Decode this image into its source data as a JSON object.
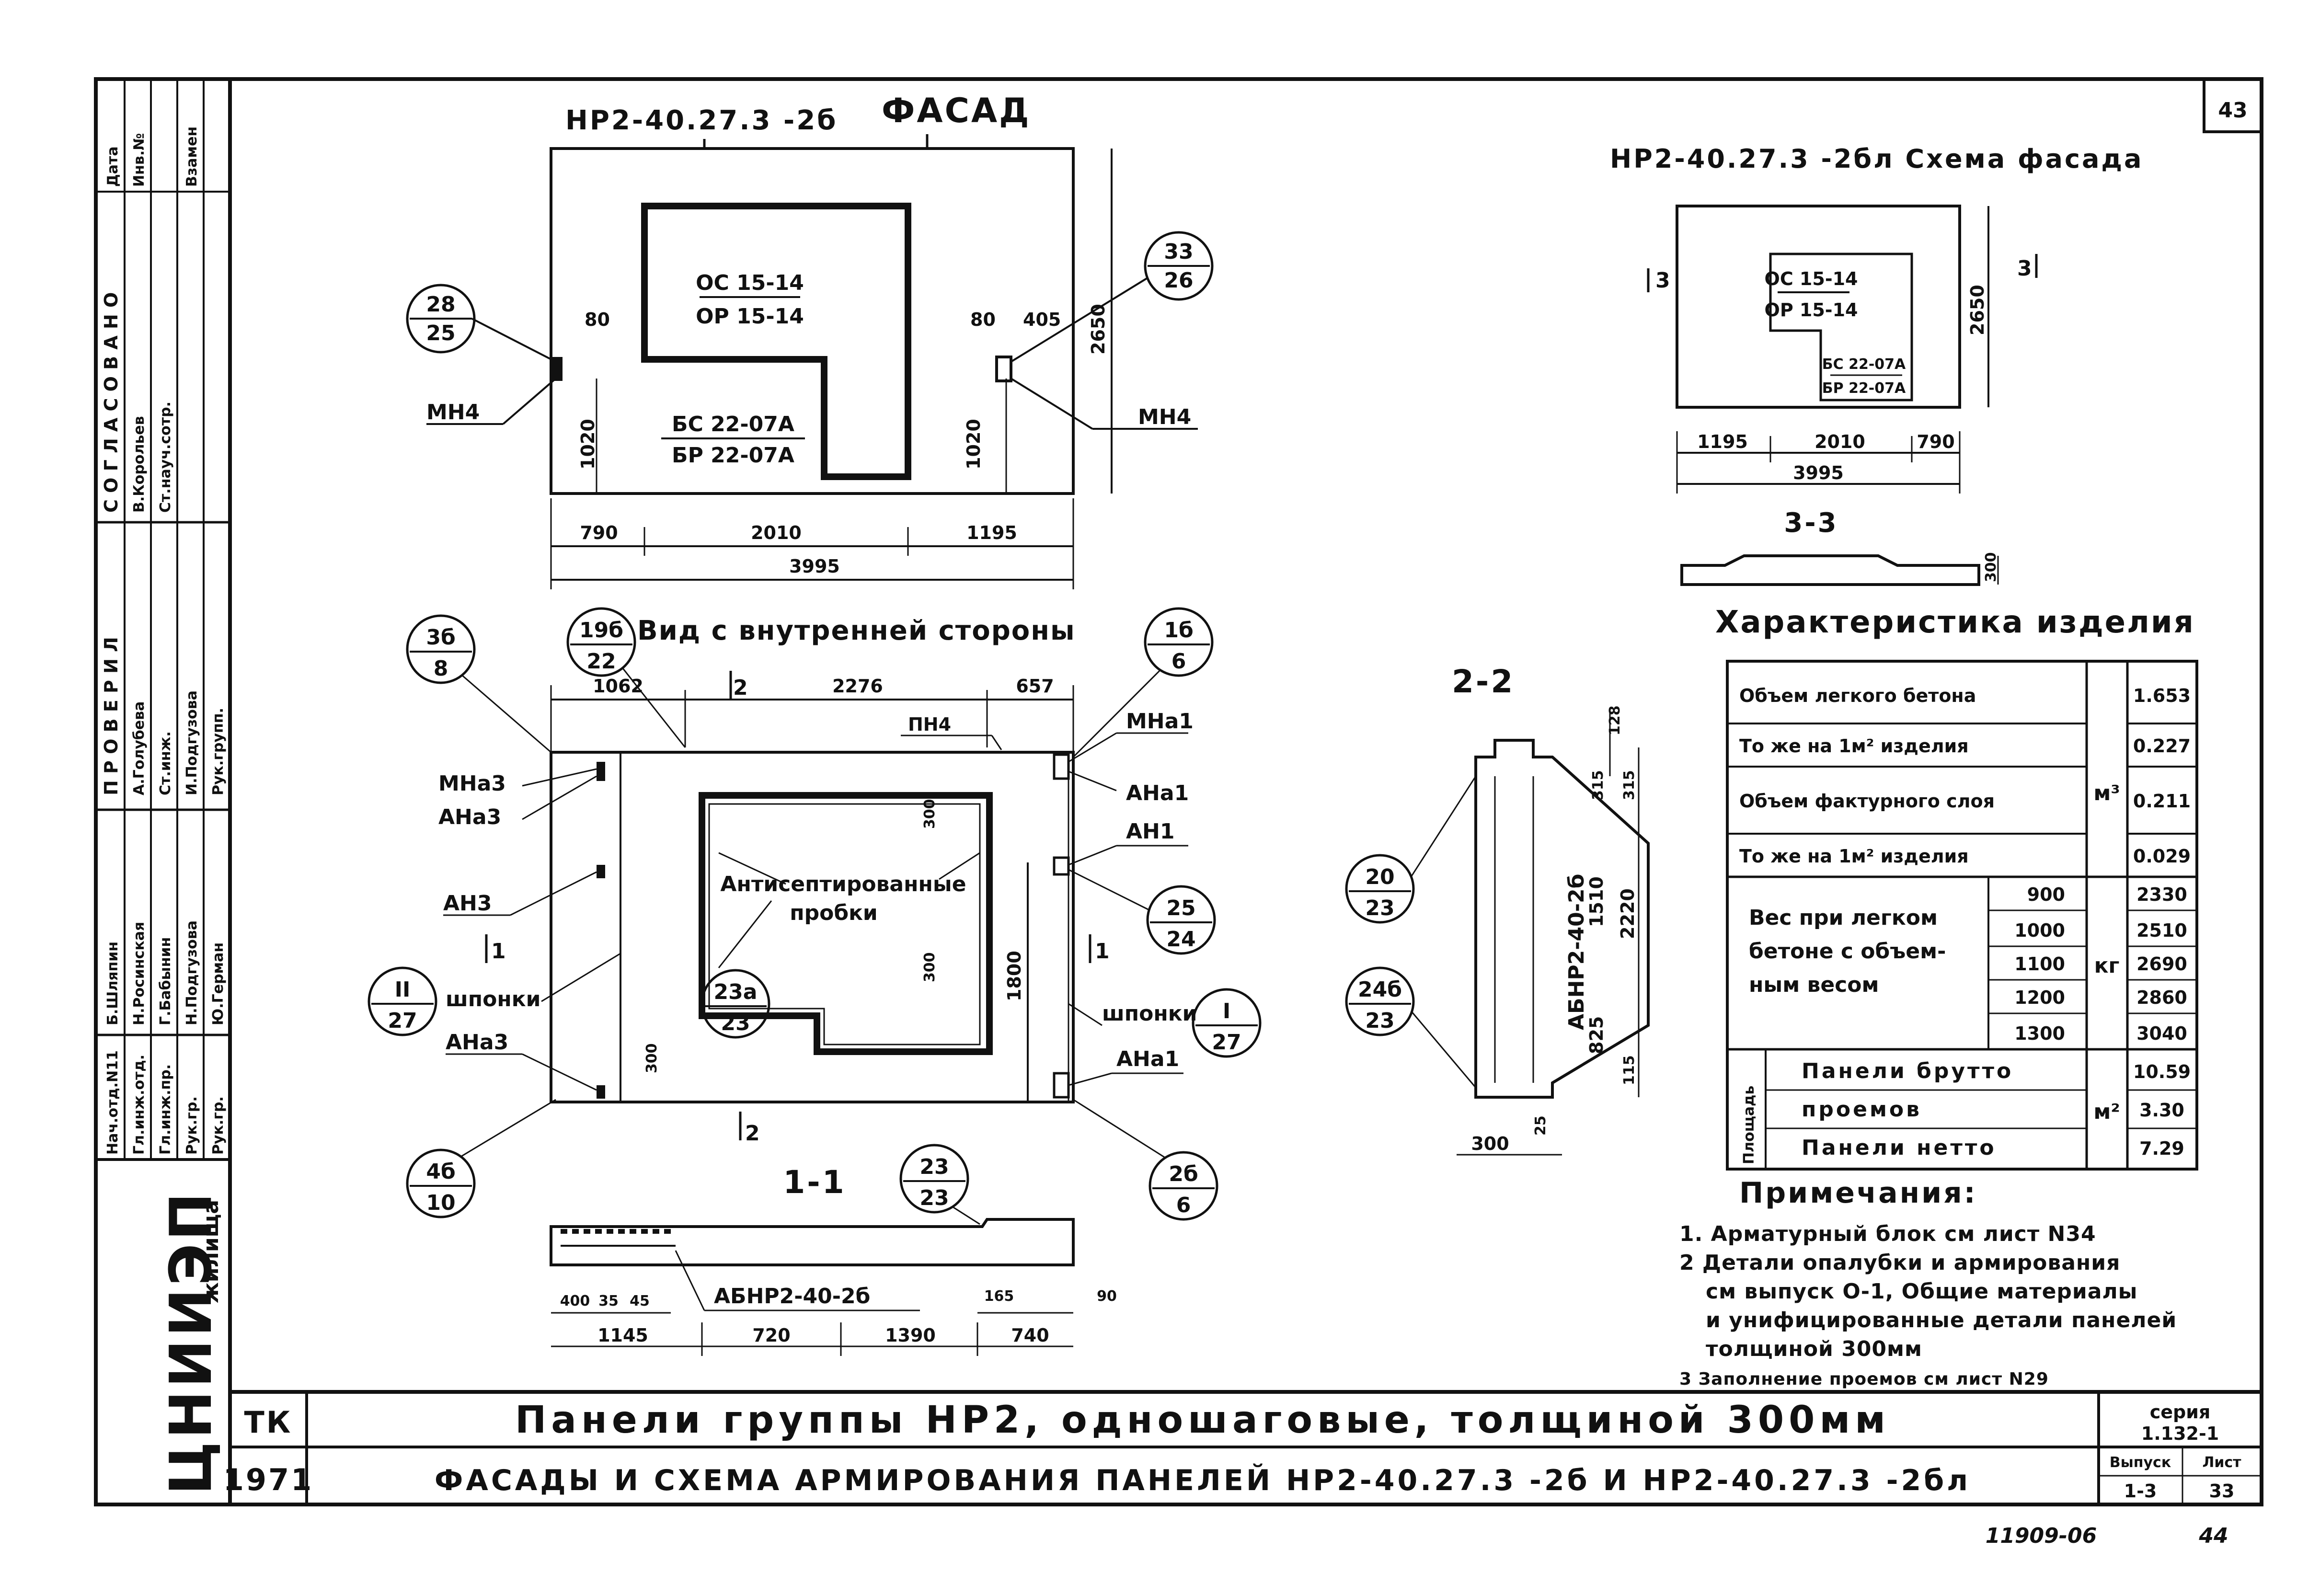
{
  "page_number": "43",
  "corner_numbers": {
    "archive": "11909-06",
    "page2": "44"
  },
  "facade": {
    "title": "НР2-40.27.3 -2б",
    "heading": "ФАСАД",
    "opening_window": "ОС 15-14",
    "opening_window2": "ОР 15-14",
    "opening_door": "БС 22-07А",
    "opening_door2": "БР 22-07А",
    "dims": [
      "790",
      "2010",
      "1195",
      "3995",
      "2650",
      "80",
      "80",
      "405",
      "1020",
      "1020"
    ],
    "callouts": [
      {
        "top": "28",
        "bottom": "25"
      },
      {
        "top": "33",
        "bottom": "26"
      }
    ],
    "tags": [
      "МН4",
      "МН4"
    ]
  },
  "scheme": {
    "title": "НР2-40.27.3 -2бл Схема фасада",
    "window": "ОС 15-14",
    "window2": "ОР 15-14",
    "door": "БС 22-07А",
    "door2": "БР 22-07А",
    "dims": [
      "1195",
      "2010",
      "790",
      "3995",
      "2650"
    ],
    "section_marks": [
      "3",
      "3"
    ],
    "section_label": "3-3",
    "section_dim": "300"
  },
  "inner_view": {
    "heading": "Вид с внутренней стороны",
    "dims": [
      "1062",
      "2276",
      "657",
      "1800",
      "300",
      "300",
      "300"
    ],
    "labels": [
      "МНа3",
      "АНа3",
      "АН3",
      "шпонки",
      "АНа3",
      "МНа1",
      "АНа1",
      "АН1",
      "шпонки",
      "АНа1",
      "ПН4"
    ],
    "inserts_text": "Антисептированные",
    "inserts_text2": "пробки",
    "callouts": [
      {
        "top": "3б",
        "bottom": "8"
      },
      {
        "top": "19б",
        "bottom": "22"
      },
      {
        "top": "1б",
        "bottom": "6"
      },
      {
        "top": "II",
        "bottom": "27"
      },
      {
        "top": "23а",
        "bottom": "23"
      },
      {
        "top": "25",
        "bottom": "24"
      },
      {
        "top": "I",
        "bottom": "27"
      },
      {
        "top": "4б",
        "bottom": "10"
      },
      {
        "top": "2б",
        "bottom": "6"
      }
    ],
    "section_marks": [
      "2",
      "2",
      "1",
      "1"
    ]
  },
  "section_22": {
    "label": "2-2",
    "block": "АБНР2-40-2б",
    "dims": [
      "128",
      "315",
      "315",
      "1510",
      "2220",
      "825",
      "115",
      "25",
      "300"
    ],
    "callouts": [
      {
        "top": "20",
        "bottom": "23"
      },
      {
        "top": "24б",
        "bottom": "23"
      }
    ]
  },
  "section_11": {
    "label": "1-1",
    "block": "АБНР2-40-2б",
    "dims_top": [
      "400",
      "35",
      "45",
      "165",
      "90"
    ],
    "dims_bottom": [
      "1145",
      "720",
      "1390",
      "740"
    ],
    "callout": {
      "top": "23",
      "bottom": "23"
    }
  },
  "characteristics": {
    "heading": "Характеристика изделия",
    "rows": [
      {
        "name": "Объем легкого бетона",
        "value": "1.653"
      },
      {
        "name": "То же на 1м² изделия",
        "value": "0.227"
      },
      {
        "name": "Объем фактурного слоя",
        "value": "0.211"
      },
      {
        "name": "То же на 1м² изделия",
        "value": "0.029"
      }
    ],
    "volume_unit": "м³",
    "weight_label": [
      "Вес при легком",
      "бетоне с объем-",
      "ным весом"
    ],
    "weight_rows": [
      {
        "density": "900",
        "value": "2330"
      },
      {
        "density": "1000",
        "value": "2510"
      },
      {
        "density": "1100",
        "value": "2690"
      },
      {
        "density": "1200",
        "value": "2860"
      },
      {
        "density": "1300",
        "value": "3040"
      }
    ],
    "weight_unit": "кг",
    "area_label": "Площадь",
    "area_rows": [
      {
        "name": "Панели брутто",
        "value": "10.59"
      },
      {
        "name": "проемов",
        "value": "3.30"
      },
      {
        "name": "Панели нетто",
        "value": "7.29"
      }
    ],
    "area_unit": "м²"
  },
  "notes": {
    "heading": "Примечания:",
    "items": [
      "1. Арматурный блок см лист N34",
      "2 Детали опалубки и армирования",
      "см выпуск О-1, Общие материалы",
      "и унифицированные детали панелей",
      "толщиной 300мм",
      "3 Заполнение проемов см лист N29"
    ]
  },
  "title_block": {
    "code_top": "ТК",
    "year": "1971",
    "line1": "Панели группы НР2, одношаговые, толщиной 300мм",
    "line2": "ФАСАДЫ И СХЕМА АРМИРОВАНИЯ ПАНЕЛЕЙ НР2-40.27.3 -2б И НР2-40.27.3 -2бл",
    "series_label": "серия",
    "series": "1.132-1",
    "issue_label": "Выпуск",
    "issue": "1-3",
    "sheet_label": "Лист",
    "sheet": "33"
  },
  "side_stamp": {
    "org": "ЦНИИЭП",
    "org2": "жилища",
    "columns": [
      "Нач.отд.N11",
      "Гл.инж.отд.",
      "Гл.инж.пр.",
      "Рук.гр.",
      "Рук.гр."
    ],
    "names": [
      "Б.Шляпин",
      "Н.Росинская",
      "Г.Бабынин",
      "Н.Подгузова",
      "Ю.Герман"
    ],
    "agreed": "С О Г Л А С О В А Н О",
    "checked": "П Р О В Е Р И Л",
    "roles": [
      "Ст.инж.",
      "Ст.науч.сотр.",
      "Рук.групп."
    ],
    "people": [
      "А.Голубева",
      "В.Корольев",
      "И.Подгузова"
    ],
    "date_header": "Дата",
    "inv_header": "Инв.№",
    "replace_header": "Взамен"
  }
}
